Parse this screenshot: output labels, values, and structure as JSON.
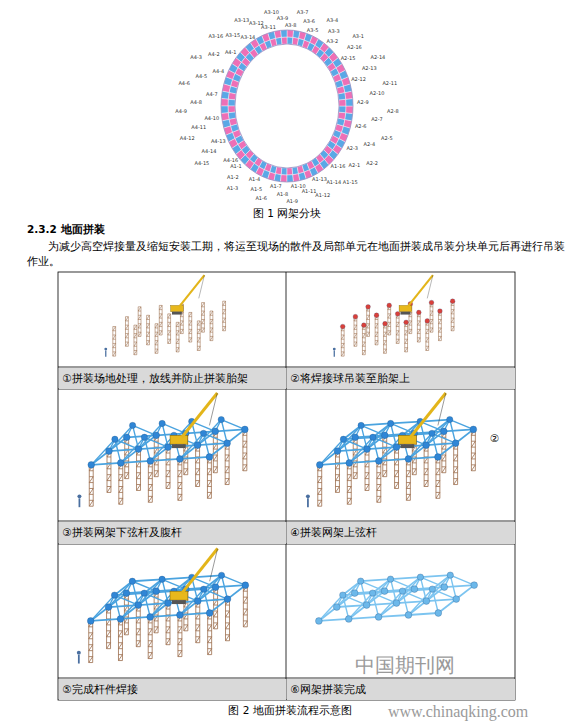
{
  "diagram": {
    "title": "2.3.2 地面拼装",
    "caption": "图 2 地面拼装流程示意图",
    "nodes": [
      {
        "text": [
          "①拼装场地处理，放线并防止拼装胎架"
        ]
      },
      {
        "text": [
          "②将焊接球吊装至胎架上"
        ]
      },
      {
        "text": [
          "③拼装网架下弦杆及腹杆"
        ]
      },
      {
        "text": [
          "④拼装网架上弦杆"
        ]
      },
      {
        "text": [
          "⑤完成杆件焊接"
        ]
      },
      {
        "text": [
          "⑥网架拼装完成"
        ]
      }
    ],
    "labels": [
      "A1-1",
      "A1-2",
      "A1-3",
      "A1-4",
      "A1-5",
      "A1-6",
      "A1-7",
      "A1-8",
      "A1-9",
      "A1-10",
      "A1-11",
      "A1-12",
      "A1-13",
      "A1-14",
      "A1-15",
      "A1-16",
      "A2-1",
      "A2-2",
      "A2-3",
      "A2-4",
      "A2-5",
      "A2-6",
      "A2-7",
      "A2-8",
      "A2-9",
      "A2-10",
      "A2-11",
      "A2-12",
      "A2-13",
      "A2-14",
      "A2-15",
      "A2-16",
      "A3-1",
      "A3-2",
      "A3-3",
      "A3-4",
      "A3-5",
      "A3-6",
      "A3-7",
      "A3-8",
      "A3-9",
      "A3-10",
      "A3-11",
      "A3-12",
      "A3-13",
      "A3-14",
      "A3-15",
      "A3-16",
      "A4-1",
      "A4-2",
      "A4-3",
      "A4-4",
      "A4-5",
      "A4-6",
      "A4-7",
      "A4-8",
      "A4-9",
      "A4-10",
      "A4-11",
      "A4-12",
      "A4-13",
      "A4-14",
      "A4-15",
      "A4-16",
      "图 1 网架分块",
      "为减少高空焊接量及缩短安装工期，将运至现场的散件及局部单元在地面拼装成吊装分块单元后再进行吊装作业。",
      "②",
      "中国期刊网",
      "www.chinaqking.com"
    ]
  }
}
